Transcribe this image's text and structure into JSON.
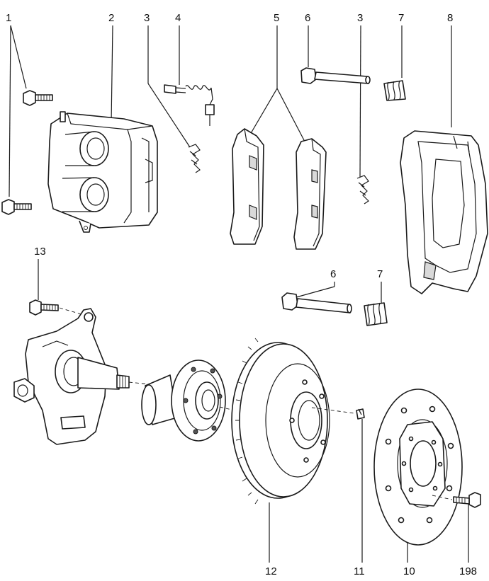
{
  "labels": {
    "l1": "1",
    "l2": "2",
    "l3a": "3",
    "l4": "4",
    "l5": "5",
    "l6a": "6",
    "l3b": "3",
    "l7a": "7",
    "l8": "8",
    "l13": "13",
    "l6b": "6",
    "l7b": "7",
    "l12": "12",
    "l11": "11",
    "l10": "10",
    "l198": "198"
  }
}
